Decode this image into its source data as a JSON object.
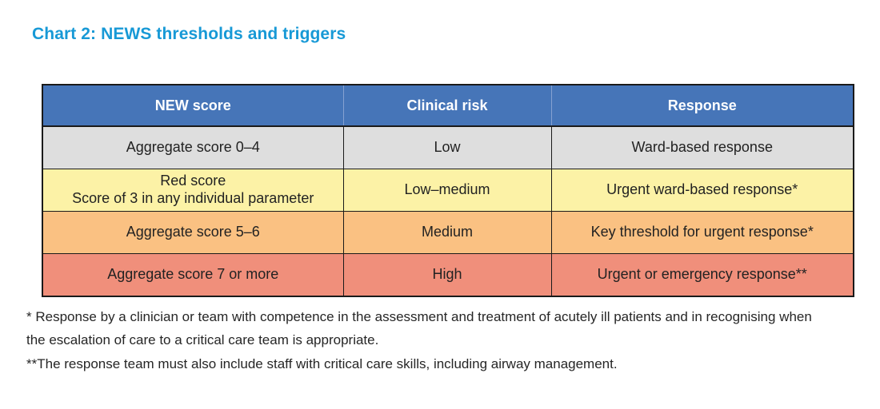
{
  "title": "Chart 2: NEWS thresholds and triggers",
  "colors": {
    "title": "#1799d6",
    "header_bg": "#4675b8",
    "header_text": "#ffffff",
    "row_low_bg": "#dedede",
    "row_low_medium_bg": "#fcf2a6",
    "row_medium_bg": "#fac182",
    "row_high_bg": "#f08f7b",
    "border": "#1a1a1a"
  },
  "table": {
    "headers": [
      "NEW score",
      "Clinical risk",
      "Response"
    ],
    "rows": [
      {
        "news_score": "Aggregate score 0–4",
        "clinical_risk": "Low",
        "response": "Ward-based response",
        "color": "#dedede"
      },
      {
        "news_score": "Red score\nScore of 3 in any individual parameter",
        "clinical_risk": "Low–medium",
        "response": "Urgent ward-based response*",
        "color": "#fcf2a6"
      },
      {
        "news_score": "Aggregate score 5–6",
        "clinical_risk": "Medium",
        "response": "Key threshold for urgent response*",
        "color": "#fac182"
      },
      {
        "news_score": "Aggregate score 7 or more",
        "clinical_risk": "High",
        "response": "Urgent or emergency response**",
        "color": "#f08f7b"
      }
    ]
  },
  "footnotes": [
    "* Response by a clinician or team with competence in the assessment and treatment of acutely ill patients and in recognising when the escalation of care to a critical care team is appropriate.",
    "**The response team must also include staff with critical care skills, including airway management."
  ]
}
